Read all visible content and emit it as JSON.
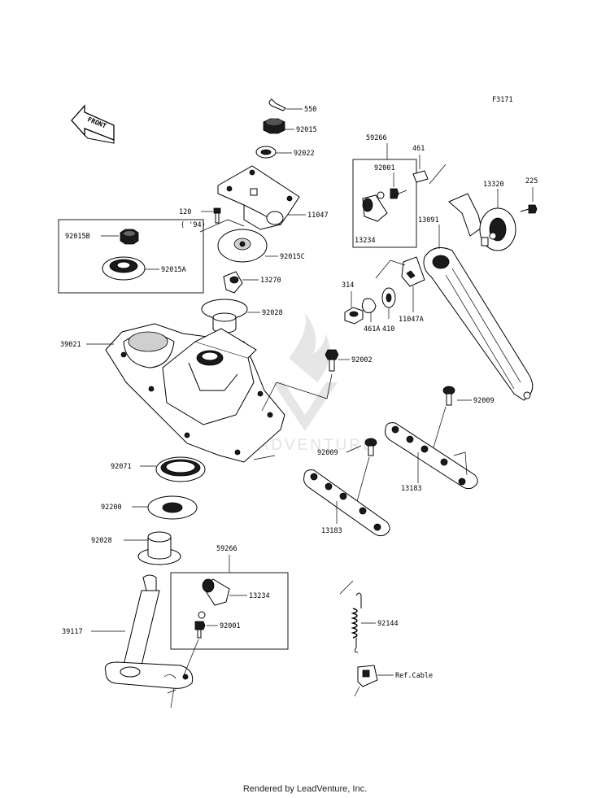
{
  "figure_code": "F3171",
  "front_label": "FRONT",
  "footer_text": "Rendered by LeadVenture, Inc.",
  "watermark_text": "LEADVENTURE",
  "parts": {
    "p550": "550",
    "p92015": "92015",
    "p92022": "92022",
    "p11047": "11047",
    "p120": "120",
    "p94_note": "( '94)",
    "p92015B": "92015B",
    "p92015A": "92015A",
    "p92015C": "92015C",
    "p13270": "13270",
    "p92028a": "92028",
    "p39021": "39021",
    "p92002": "92002",
    "p59266a": "59266",
    "p92001a": "92001",
    "p461": "461",
    "p13234a": "13234",
    "p13320": "13320",
    "p225": "225",
    "p13091": "13091",
    "p314": "314",
    "p461A": "461A",
    "p410": "410",
    "p11047A": "11047A",
    "p92009a": "92009",
    "p92009b": "92009",
    "p13183a": "13183",
    "p13183b": "13183",
    "p92071": "92071",
    "p92200": "92200",
    "p92028b": "92028",
    "p59266b": "59266",
    "p13234b": "13234",
    "p92001b": "92001",
    "p39117": "39117",
    "p92144": "92144",
    "pRefCable": "Ref.Cable"
  }
}
